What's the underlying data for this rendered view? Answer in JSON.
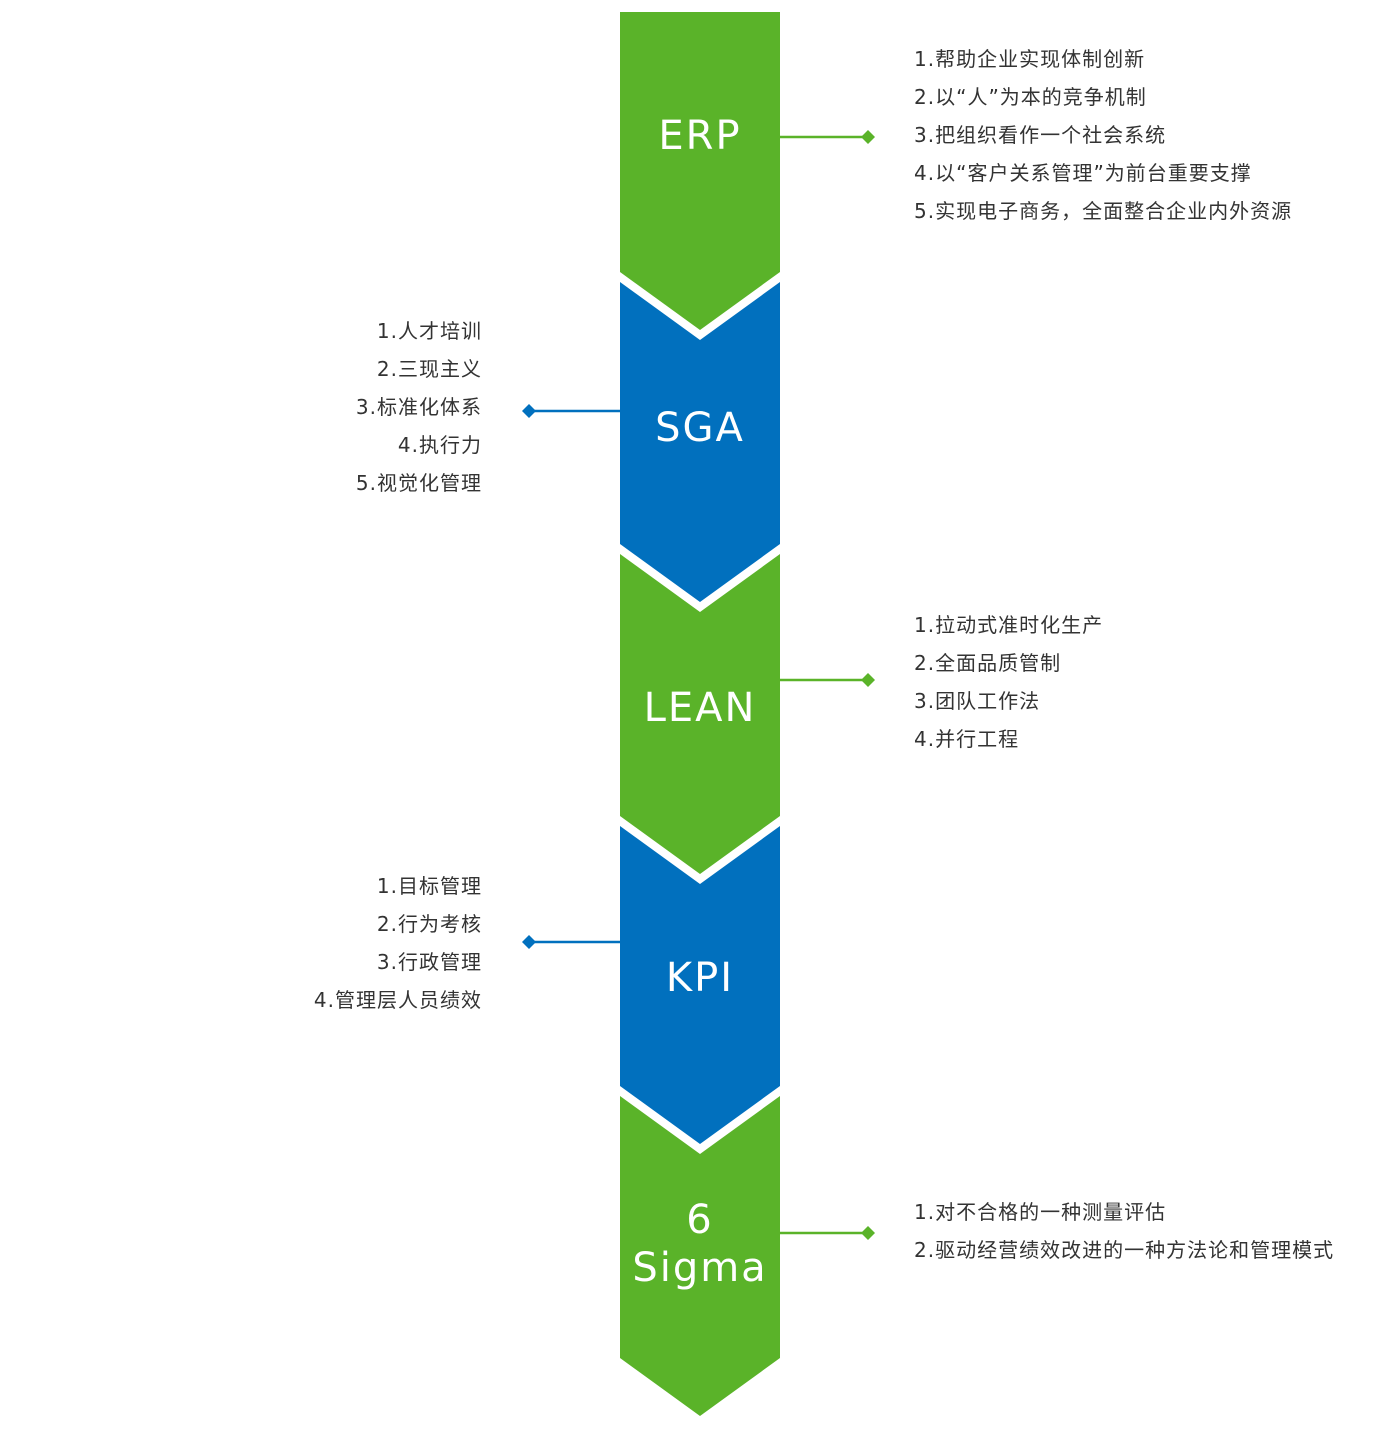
{
  "colors": {
    "green": "#5ab329",
    "blue": "#0170be",
    "text": "#333333",
    "label": "#ffffff"
  },
  "stages": [
    {
      "name": "ERP",
      "label_lines": [
        "ERP"
      ],
      "color": "#5ab329",
      "side": "right",
      "items": [
        "1.帮助企业实现体制创新",
        "2.以“人”为本的竞争机制",
        "3.把组织看作一个社会系统",
        "4.以“客户关系管理”为前台重要支撑",
        "5.实现电子商务，全面整合企业内外资源"
      ]
    },
    {
      "name": "SGA",
      "label_lines": [
        "SGA"
      ],
      "color": "#0170be",
      "side": "left",
      "items": [
        "1.人才培训",
        "2.三现主义",
        "3.标准化体系",
        "4.执行力",
        "5.视觉化管理"
      ]
    },
    {
      "name": "LEAN",
      "label_lines": [
        "LEAN"
      ],
      "color": "#5ab329",
      "side": "right",
      "items": [
        "1.拉动式准时化生产",
        "2.全面品质管制",
        "3.团队工作法",
        "4.并行工程"
      ]
    },
    {
      "name": "KPI",
      "label_lines": [
        "KPI"
      ],
      "color": "#0170be",
      "side": "left",
      "items": [
        "1.目标管理",
        "2.行为考核",
        "3.行政管理",
        "4.管理层人员绩效"
      ]
    },
    {
      "name": "6 Sigma",
      "label_lines": [
        "6",
        "Sigma"
      ],
      "color": "#5ab329",
      "side": "right",
      "items": [
        "1.对不合格的一种测量评估",
        "2.驱动经营绩效改进的一种方法论和管理模式"
      ]
    }
  ]
}
